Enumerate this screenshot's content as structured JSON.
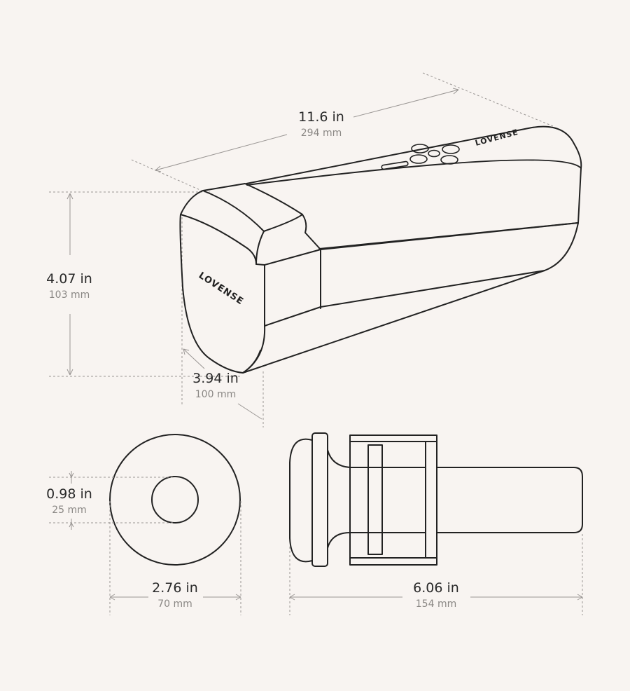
{
  "dimensions": {
    "length": {
      "imperial": "11.6 in",
      "metric": "294 mm"
    },
    "height": {
      "imperial": "4.07 in",
      "metric": "103 mm"
    },
    "width": {
      "imperial": "3.94 in",
      "metric": "100 mm"
    },
    "opening": {
      "imperial": "0.98 in",
      "metric": "25 mm"
    },
    "sleeve_diameter": {
      "imperial": "2.76 in",
      "metric": "70 mm"
    },
    "sleeve_length": {
      "imperial": "6.06 in",
      "metric": "154 mm"
    }
  },
  "brand": {
    "logo_text": "LOVENSE"
  },
  "colors": {
    "background": "#f8f4f1",
    "line": "#222222",
    "dim_line": "#9a9694",
    "label": "#2a2a2a",
    "sublabel": "#8a8784"
  }
}
